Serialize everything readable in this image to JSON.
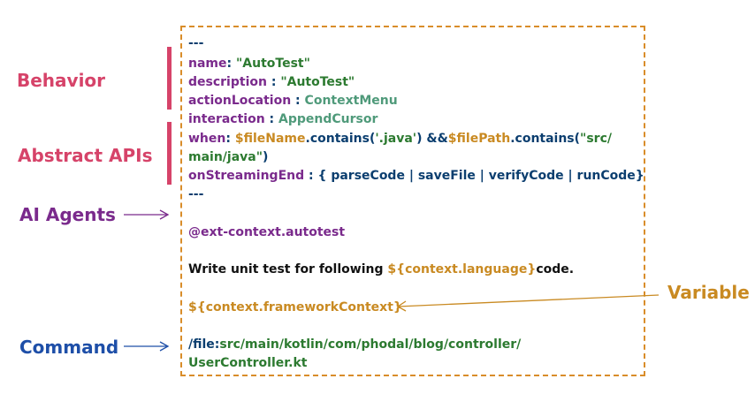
{
  "labels": {
    "behavior": "Behavior",
    "abstract_apis": "Abstract APIs",
    "ai_agents": "AI Agents",
    "command": "Command",
    "variable": "Variable"
  },
  "colors": {
    "behavior_label": "#d64369",
    "agents_label": "#7a2a8c",
    "command_label": "#1e4fa8",
    "variable_label": "#c98a22",
    "box_border": "#d98d2a"
  },
  "code": {
    "sep_open": "---",
    "name_key": "name",
    "name_val": "\"AutoTest\"",
    "desc_key": "description",
    "desc_val": "\"AutoTest\"",
    "action_key": "actionLocation",
    "action_val": "ContextMenu",
    "interaction_key": "interaction",
    "interaction_val": "AppendCursor",
    "when_key": "when",
    "when_var1": "$fileName",
    "when_mid1": ".contains(",
    "when_str1": "'.java'",
    "when_mid2": ") &&",
    "when_var2": "$filePath",
    "when_mid3": ".contains(",
    "when_str2_a": "\"src/",
    "when_str2_b": "main/java\"",
    "when_end": ")",
    "stream_key": "onStreamingEnd",
    "stream_val": "{ parseCode | saveFile | verifyCode | runCode}",
    "sep_close": "---",
    "agent": "@ext-context.autotest",
    "write_a": "Write unit test for following ",
    "write_var": "${context.language}",
    "write_b": "code.",
    "framework_var": "${context.frameworkContext}",
    "file_cmd": "/file:",
    "file_path_a": "src/main/kotlin/com/phodal/blog/controller/",
    "file_path_b": "UserController.kt"
  }
}
